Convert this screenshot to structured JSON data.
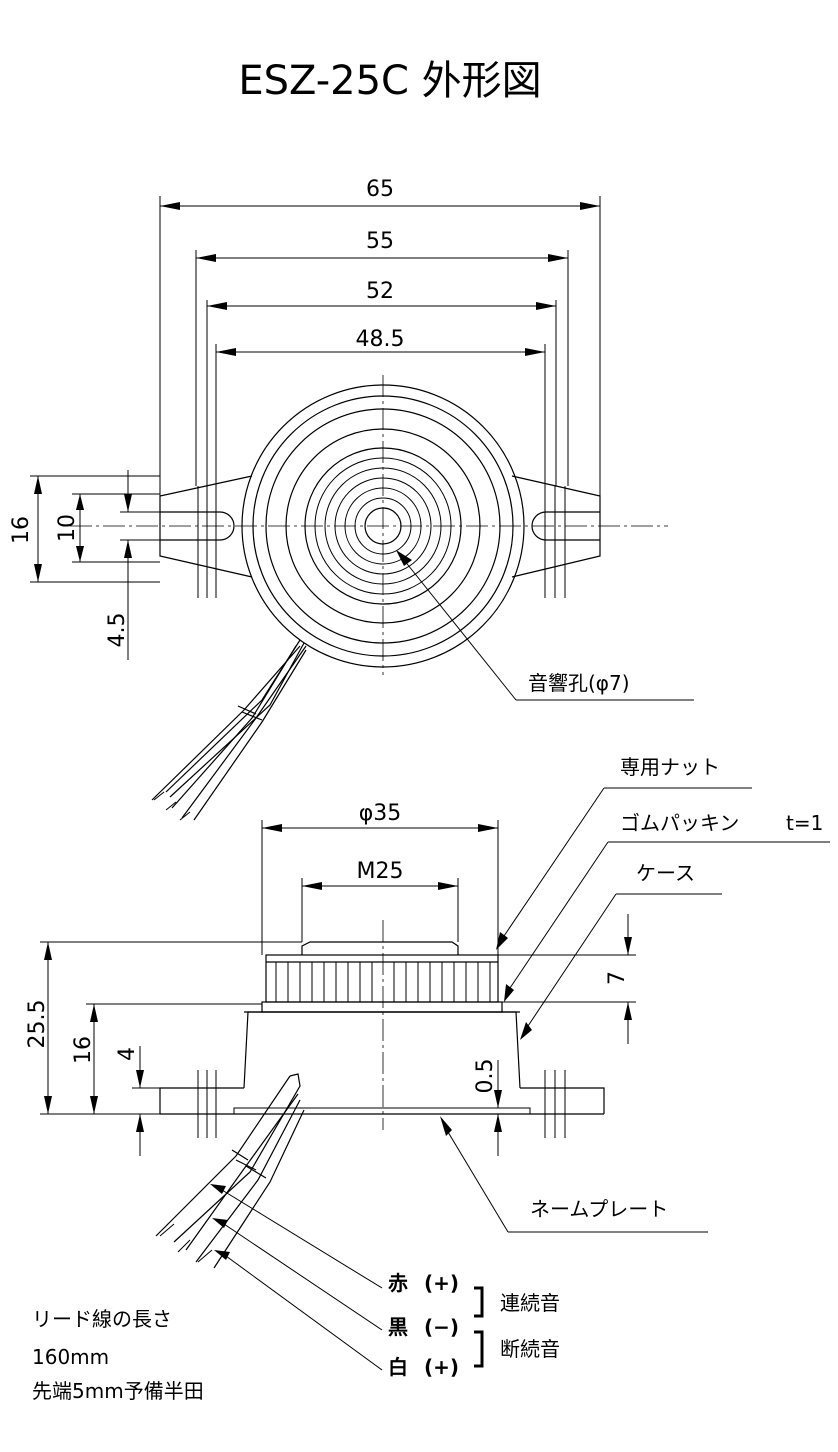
{
  "title": "ESZ-25C 外形図",
  "top_view": {
    "dims": {
      "w65": "65",
      "w55": "55",
      "w52": "52",
      "w485": "48.5",
      "h16": "16",
      "h10": "10",
      "h45": "4.5"
    },
    "callout_sound_hole": "音響孔(φ7)"
  },
  "side_view": {
    "dims": {
      "d35": "φ35",
      "m25": "M25",
      "h255": "25.5",
      "h16": "16",
      "h4": "4",
      "h7": "7",
      "h05": "0.5"
    },
    "callouts": {
      "nut": "専用ナット",
      "packing": "ゴムパッキン",
      "packing_t": "t=1",
      "case": "ケース",
      "nameplate": "ネームプレート"
    }
  },
  "wires": {
    "red": "赤",
    "red_pol": "(+)",
    "black": "黒",
    "black_pol": "(−)",
    "white": "白",
    "white_pol": "(+)",
    "continuous": "連続音",
    "intermittent": "断続音"
  },
  "lead_note": {
    "line1": "リード線の長さ",
    "line2": "160mm",
    "line3": "先端5mm予備半田"
  }
}
